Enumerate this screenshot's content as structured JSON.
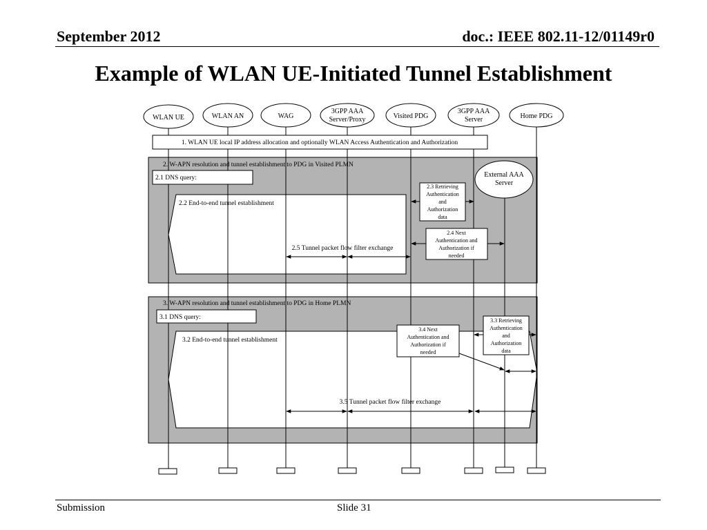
{
  "header": {
    "date": "September 2012",
    "doc_id": "doc.: IEEE 802.11-12/01149r0"
  },
  "title": "Example of WLAN UE-Initiated Tunnel Establishment",
  "footer": {
    "left": "Submission",
    "center": "Slide 31"
  },
  "entities": {
    "wlan_ue": "WLAN UE",
    "wlan_an": "WLAN AN",
    "wag": "WAG",
    "aaa_proxy_1": "3GPP AAA",
    "aaa_proxy_2": "Server/Proxy",
    "visited_pdg": "Visited PDG",
    "aaa_server_1": "3GPP AAA",
    "aaa_server_2": "Server",
    "home_pdg": "Home PDG",
    "external_aaa_1": "External AAA",
    "external_aaa_2": "Server"
  },
  "steps": {
    "s1": "1. WLAN UE local IP address allocation and optionally  WLAN Access Authentication and Authorization",
    "s2": "2. W-APN resolution and tunnel establishment to PDG in Visited PLMN",
    "s2_1": "2.1 DNS query:",
    "s2_2": "2.2 End-to-end tunnel establishment",
    "s2_3": [
      "2.3 Retrieving",
      "Authentication",
      "and",
      "Authorization",
      "data"
    ],
    "s2_4": [
      "2.4 Next",
      "Authentication and",
      "Authorization if",
      "needed"
    ],
    "s2_5": "2.5 Tunnel packet flow filter exchange",
    "s3": "3. W-APN resolution and tunnel establishment to PDG in Home PLMN",
    "s3_1": "3.1 DNS query:",
    "s3_2": "3.2 End-to-end tunnel establishment",
    "s3_3": [
      "3.3 Retrieving",
      "Authentication",
      "and",
      "Authorization",
      "data"
    ],
    "s3_4": [
      "3.4 Next",
      "Authentication and",
      "Authorization if",
      "needed"
    ],
    "s3_5": "3.5 Tunnel packet flow filter exchange"
  }
}
